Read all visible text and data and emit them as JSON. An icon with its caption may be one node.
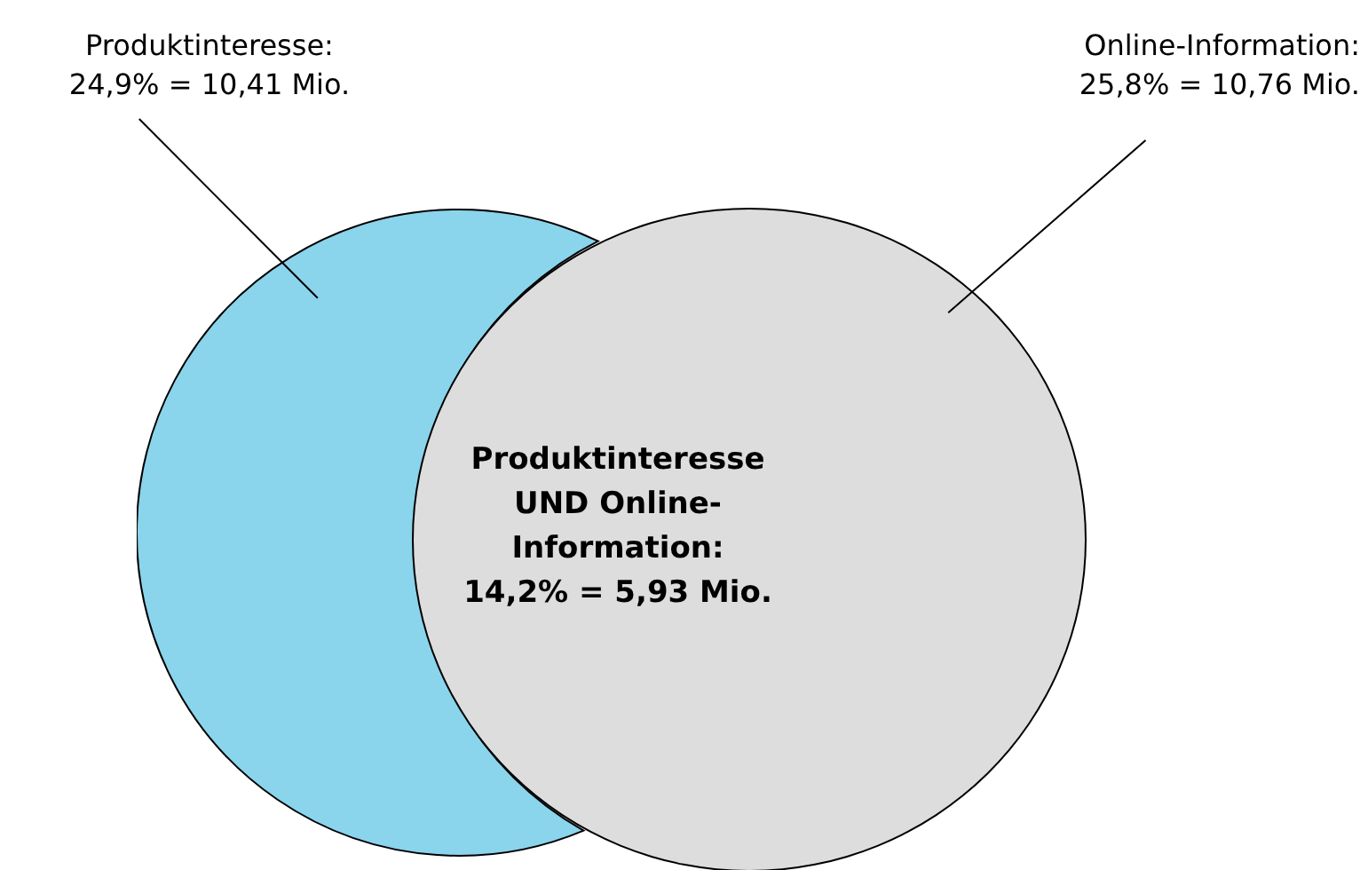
{
  "diagram": {
    "nodes": [
      {
        "text": [
          "Produktinteresse: 24,9% = 10,41 Mio."
        ]
      },
      {
        "text": [],
        "shape": "circle"
      },
      {
        "text": [
          "Online-Information: 25,8% = 10,76 Mio."
        ]
      },
      {
        "text": [],
        "shape": "circle"
      }
    ],
    "edges": [
      {
        "from": 0,
        "to": 1,
        "arrow": "none"
      },
      {
        "from": 2,
        "to": 3,
        "arrow": "none"
      }
    ],
    "labels": [
      "Produktinteresse UND Online-Information: 14,2% = 5,93 Mio."
    ]
  }
}
